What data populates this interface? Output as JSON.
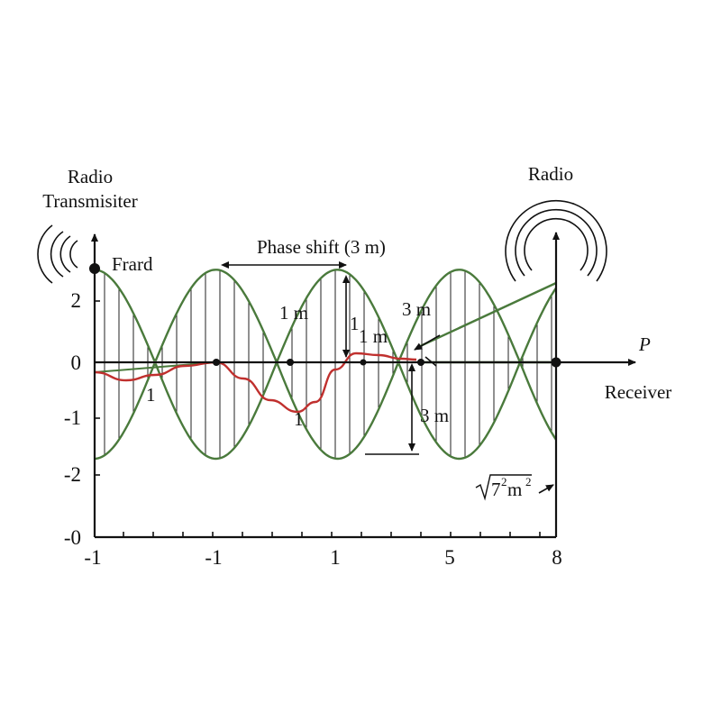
{
  "colors": {
    "green": "#4a7a3c",
    "red": "#c0302e",
    "axis": "#111111",
    "background": "#ffffff"
  },
  "labels": {
    "transmitter_line1": "Radio",
    "transmitter_line2": "Transmisiter",
    "frard": "Frard",
    "radio_right": "Radio",
    "phase_shift": "Phase shift (3 m)",
    "one_m_left": "1 m",
    "one_m_mid": "1 m",
    "mid_one": "1",
    "three_m_top": "3 m",
    "three_m_bottom": "3 m",
    "p_label": "P",
    "receiver": "Receiver",
    "red_one_left": "1",
    "red_one_mid": "1",
    "sqrt_base": "7",
    "sqrt_exp": "2",
    "sqrt_unit": "m",
    "sqrt_unit_exp": "2"
  },
  "ticks": {
    "x": [
      "-1",
      "-1",
      "1",
      "5",
      "8"
    ],
    "y": [
      "2",
      "0",
      "-1",
      "-2",
      "-0"
    ]
  },
  "icons": [
    "transmitter-waves-icon",
    "receiver-waves-icon",
    "y-axis-arrow-icon",
    "x-axis-arrow-icon"
  ]
}
